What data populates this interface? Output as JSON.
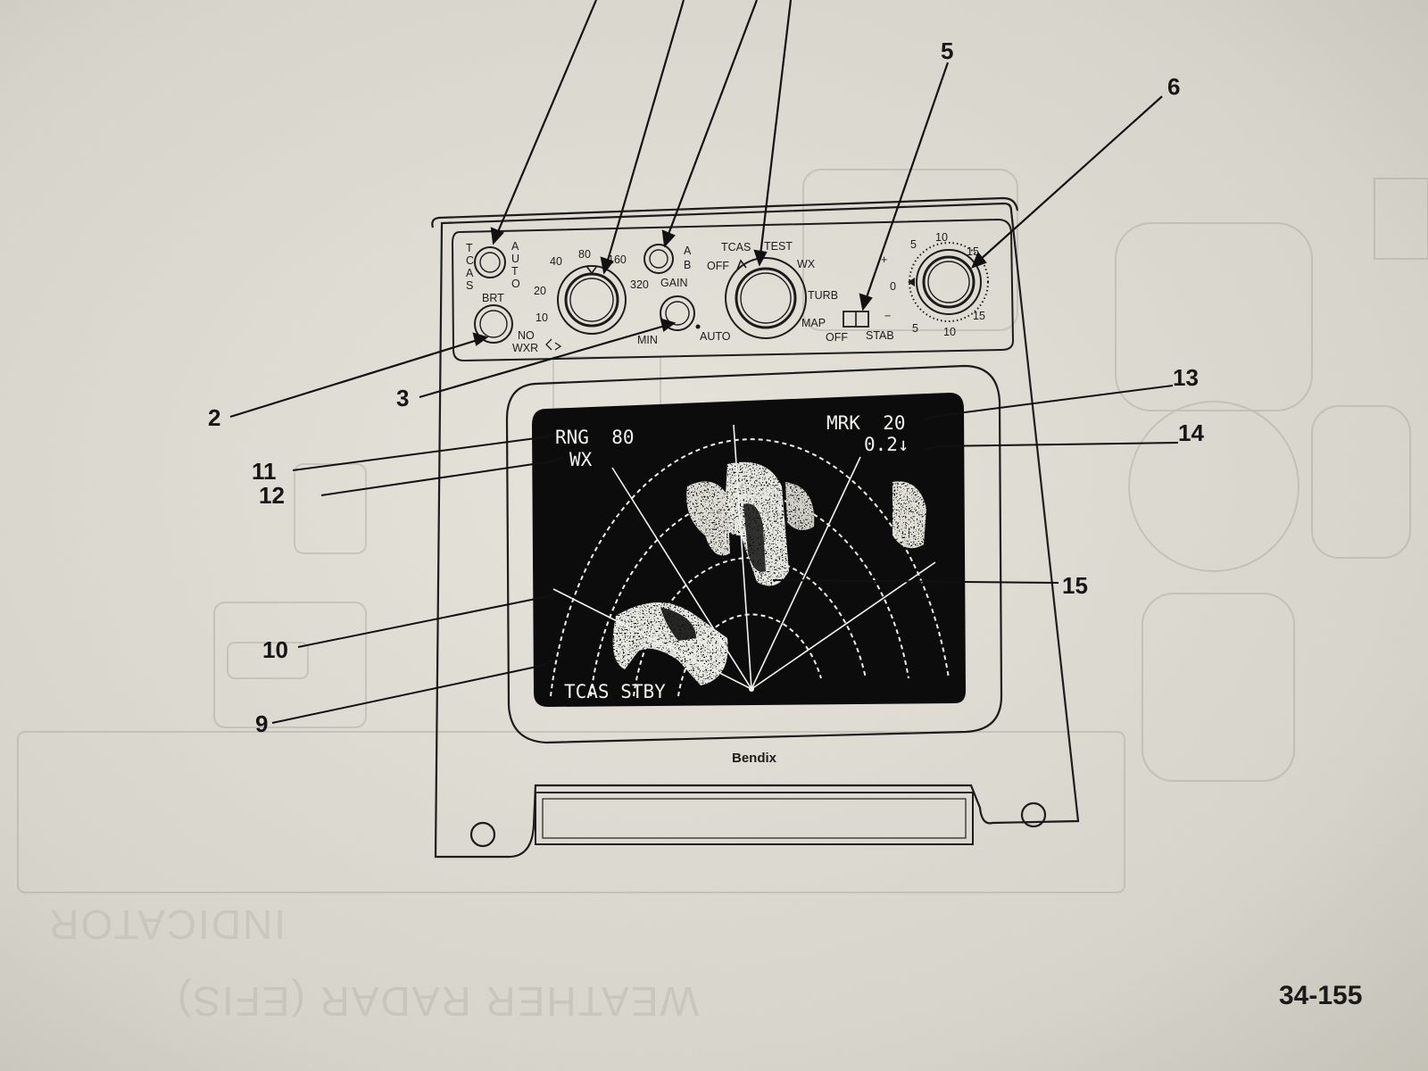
{
  "panel": {
    "brand": "Bendix",
    "tcas_button_letters": [
      "T",
      "C",
      "A",
      "S"
    ],
    "auto_letters": [
      "A",
      "U",
      "T",
      "O"
    ],
    "brt_label": "BRT",
    "no_label": "NO",
    "wxr_label": "WXR",
    "range_labels": [
      "10",
      "20",
      "40",
      "80",
      "160",
      "320"
    ],
    "ab_labels": [
      "A",
      "B"
    ],
    "gain_label": "GAIN",
    "min_label": "MIN",
    "auto_label": "AUTO",
    "mode_labels": {
      "tcas": "TCAS",
      "test": "TEST",
      "off": "OFF",
      "wx": "WX",
      "turb": "TURB",
      "map": "MAP"
    },
    "stab_switch": {
      "off": "OFF",
      "stab": "STAB"
    },
    "tilt_signs": {
      "plus": "+",
      "zero": "0",
      "minus": "−"
    },
    "tilt_scale": [
      "5",
      "10",
      "15",
      "15",
      "10",
      "5"
    ]
  },
  "screen": {
    "range": "RNG  80",
    "mode": "WX",
    "marker": "MRK  20",
    "marker_sub": "0.2↓",
    "tcas_status": "TCAS STBY"
  },
  "callouts": [
    "2",
    "3",
    "5",
    "6",
    "9",
    "10",
    "11",
    "12",
    "13",
    "14",
    "15"
  ],
  "page_number": "34-155",
  "bleed_through_title": "WEATHER RADAR (EFIS)",
  "bleed_through_heading": "INDICATOR"
}
